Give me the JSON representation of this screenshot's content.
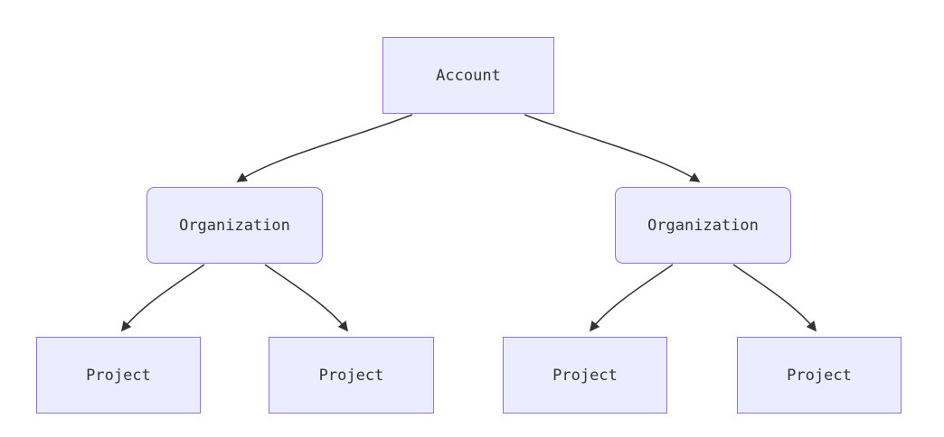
{
  "diagram": {
    "type": "hierarchy-flowchart",
    "nodes": {
      "account": {
        "label": "Account",
        "shape": "rectangle"
      },
      "org_left": {
        "label": "Organization",
        "shape": "rounded-rectangle"
      },
      "org_right": {
        "label": "Organization",
        "shape": "rounded-rectangle"
      },
      "project_1": {
        "label": "Project",
        "shape": "rectangle"
      },
      "project_2": {
        "label": "Project",
        "shape": "rectangle"
      },
      "project_3": {
        "label": "Project",
        "shape": "rectangle"
      },
      "project_4": {
        "label": "Project",
        "shape": "rectangle"
      }
    },
    "edges": [
      {
        "from": "account",
        "to": "org_left",
        "arrow": "arrowhead"
      },
      {
        "from": "account",
        "to": "org_right",
        "arrow": "arrowhead"
      },
      {
        "from": "org_left",
        "to": "project_1",
        "arrow": "arrowhead"
      },
      {
        "from": "org_left",
        "to": "project_2",
        "arrow": "arrowhead"
      },
      {
        "from": "org_right",
        "to": "project_3",
        "arrow": "arrowhead"
      },
      {
        "from": "org_right",
        "to": "project_4",
        "arrow": "arrowhead"
      }
    ],
    "colors": {
      "node_fill": "#ECECFF",
      "node_border": "#9370DB",
      "edge": "#333333",
      "text": "#333333",
      "background": "#FFFFFF"
    }
  }
}
